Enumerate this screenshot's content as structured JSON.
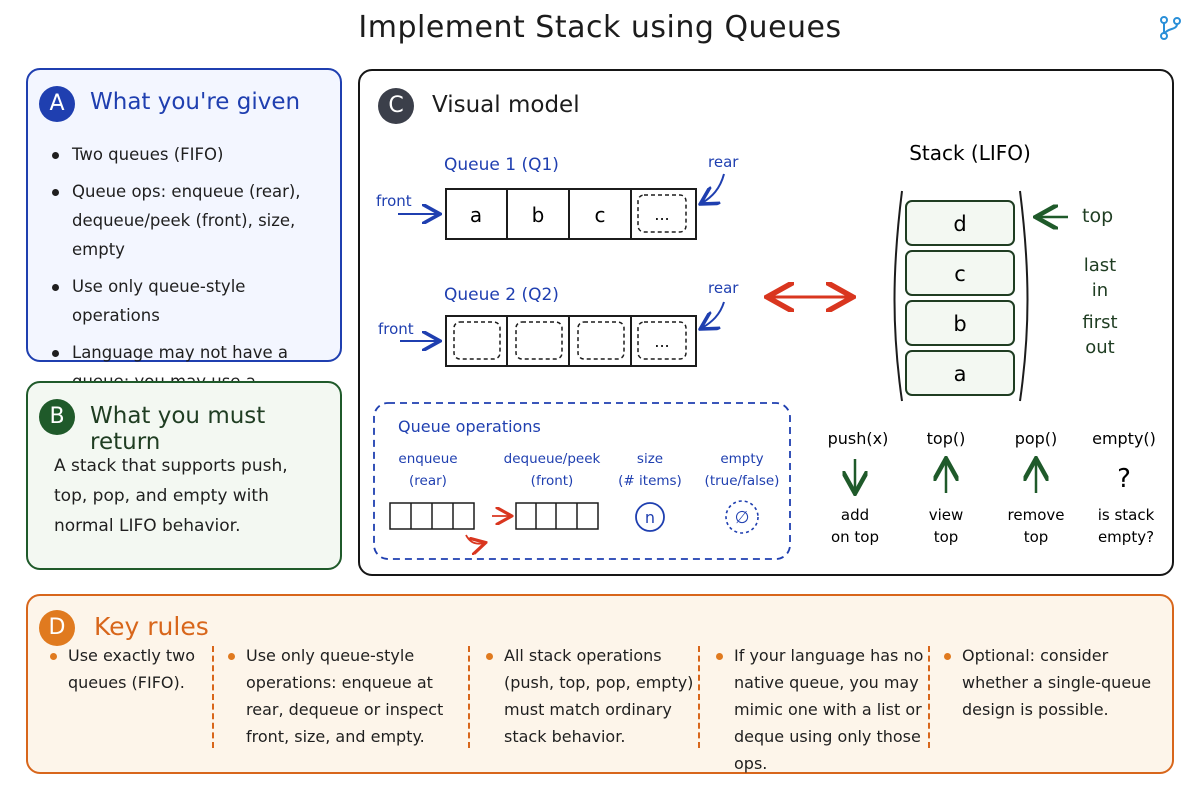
{
  "title": "Implement Stack using Queues",
  "panel_a": {
    "badge": "A",
    "heading": "What you're given",
    "bullets": [
      "Two queues (FIFO)",
      "Queue ops: enqueue (rear), dequeue/peek (front), size, empty",
      "Use only queue-style operations",
      "Language may not have a queue; you may use a list/deque as a queue"
    ]
  },
  "panel_b": {
    "badge": "B",
    "heading": "What you must return",
    "text": "A stack that supports push, top, pop, and empty with normal LIFO behavior."
  },
  "panel_c": {
    "badge": "C",
    "heading": "Visual model",
    "queue1": {
      "label": "Queue 1 (Q1)",
      "front": "front",
      "rear": "rear",
      "cells": [
        "a",
        "b",
        "c",
        "..."
      ]
    },
    "queue2": {
      "label": "Queue 2 (Q2)",
      "front": "front",
      "rear": "rear",
      "cells": [
        "",
        "",
        "",
        "..."
      ]
    },
    "stack": {
      "label": "Stack (LIFO)",
      "cells": [
        "d",
        "c",
        "b",
        "a"
      ],
      "top_label": "top",
      "lifo_words": [
        "last",
        "in",
        "first",
        "out"
      ]
    },
    "queue_ops": {
      "title": "Queue operations",
      "enqueue": [
        "enqueue",
        "(rear)"
      ],
      "dequeue": [
        "dequeue/peek",
        "(front)"
      ],
      "size": [
        "size",
        "(# items)"
      ],
      "size_symbol": "n",
      "empty": [
        "empty",
        "(true/false)"
      ],
      "empty_symbol": "∅"
    },
    "stack_ops": [
      {
        "name": "push(x)",
        "symbol": "down-arrow",
        "desc": [
          "add",
          "on top"
        ]
      },
      {
        "name": "top()",
        "symbol": "up-arrow",
        "desc": [
          "view",
          "top"
        ]
      },
      {
        "name": "pop()",
        "symbol": "up-arrow",
        "desc": [
          "remove",
          "top"
        ]
      },
      {
        "name": "empty()",
        "symbol": "?",
        "desc": [
          "is stack",
          "empty?"
        ]
      }
    ]
  },
  "panel_d": {
    "badge": "D",
    "heading": "Key rules",
    "rules": [
      "Use exactly two queues (FIFO).",
      "Use only queue-style operations: enqueue at rear, dequeue or inspect front, size, and empty.",
      "All stack operations (push, top, pop, empty) must match ordinary stack behavior.",
      "If your language has no native queue, you may mimic one with a list or deque using only those ops.",
      "Optional: consider whether a single-queue design is possible."
    ]
  },
  "colors": {
    "blue": "#1f3fb0",
    "green": "#1f5a2a",
    "orange": "#d8661b",
    "red": "#d9361f",
    "dark": "#1c1c1c"
  },
  "icons": [
    "fork-icon",
    "swap-arrow-icon",
    "down-arrow-icon",
    "up-arrow-icon"
  ]
}
